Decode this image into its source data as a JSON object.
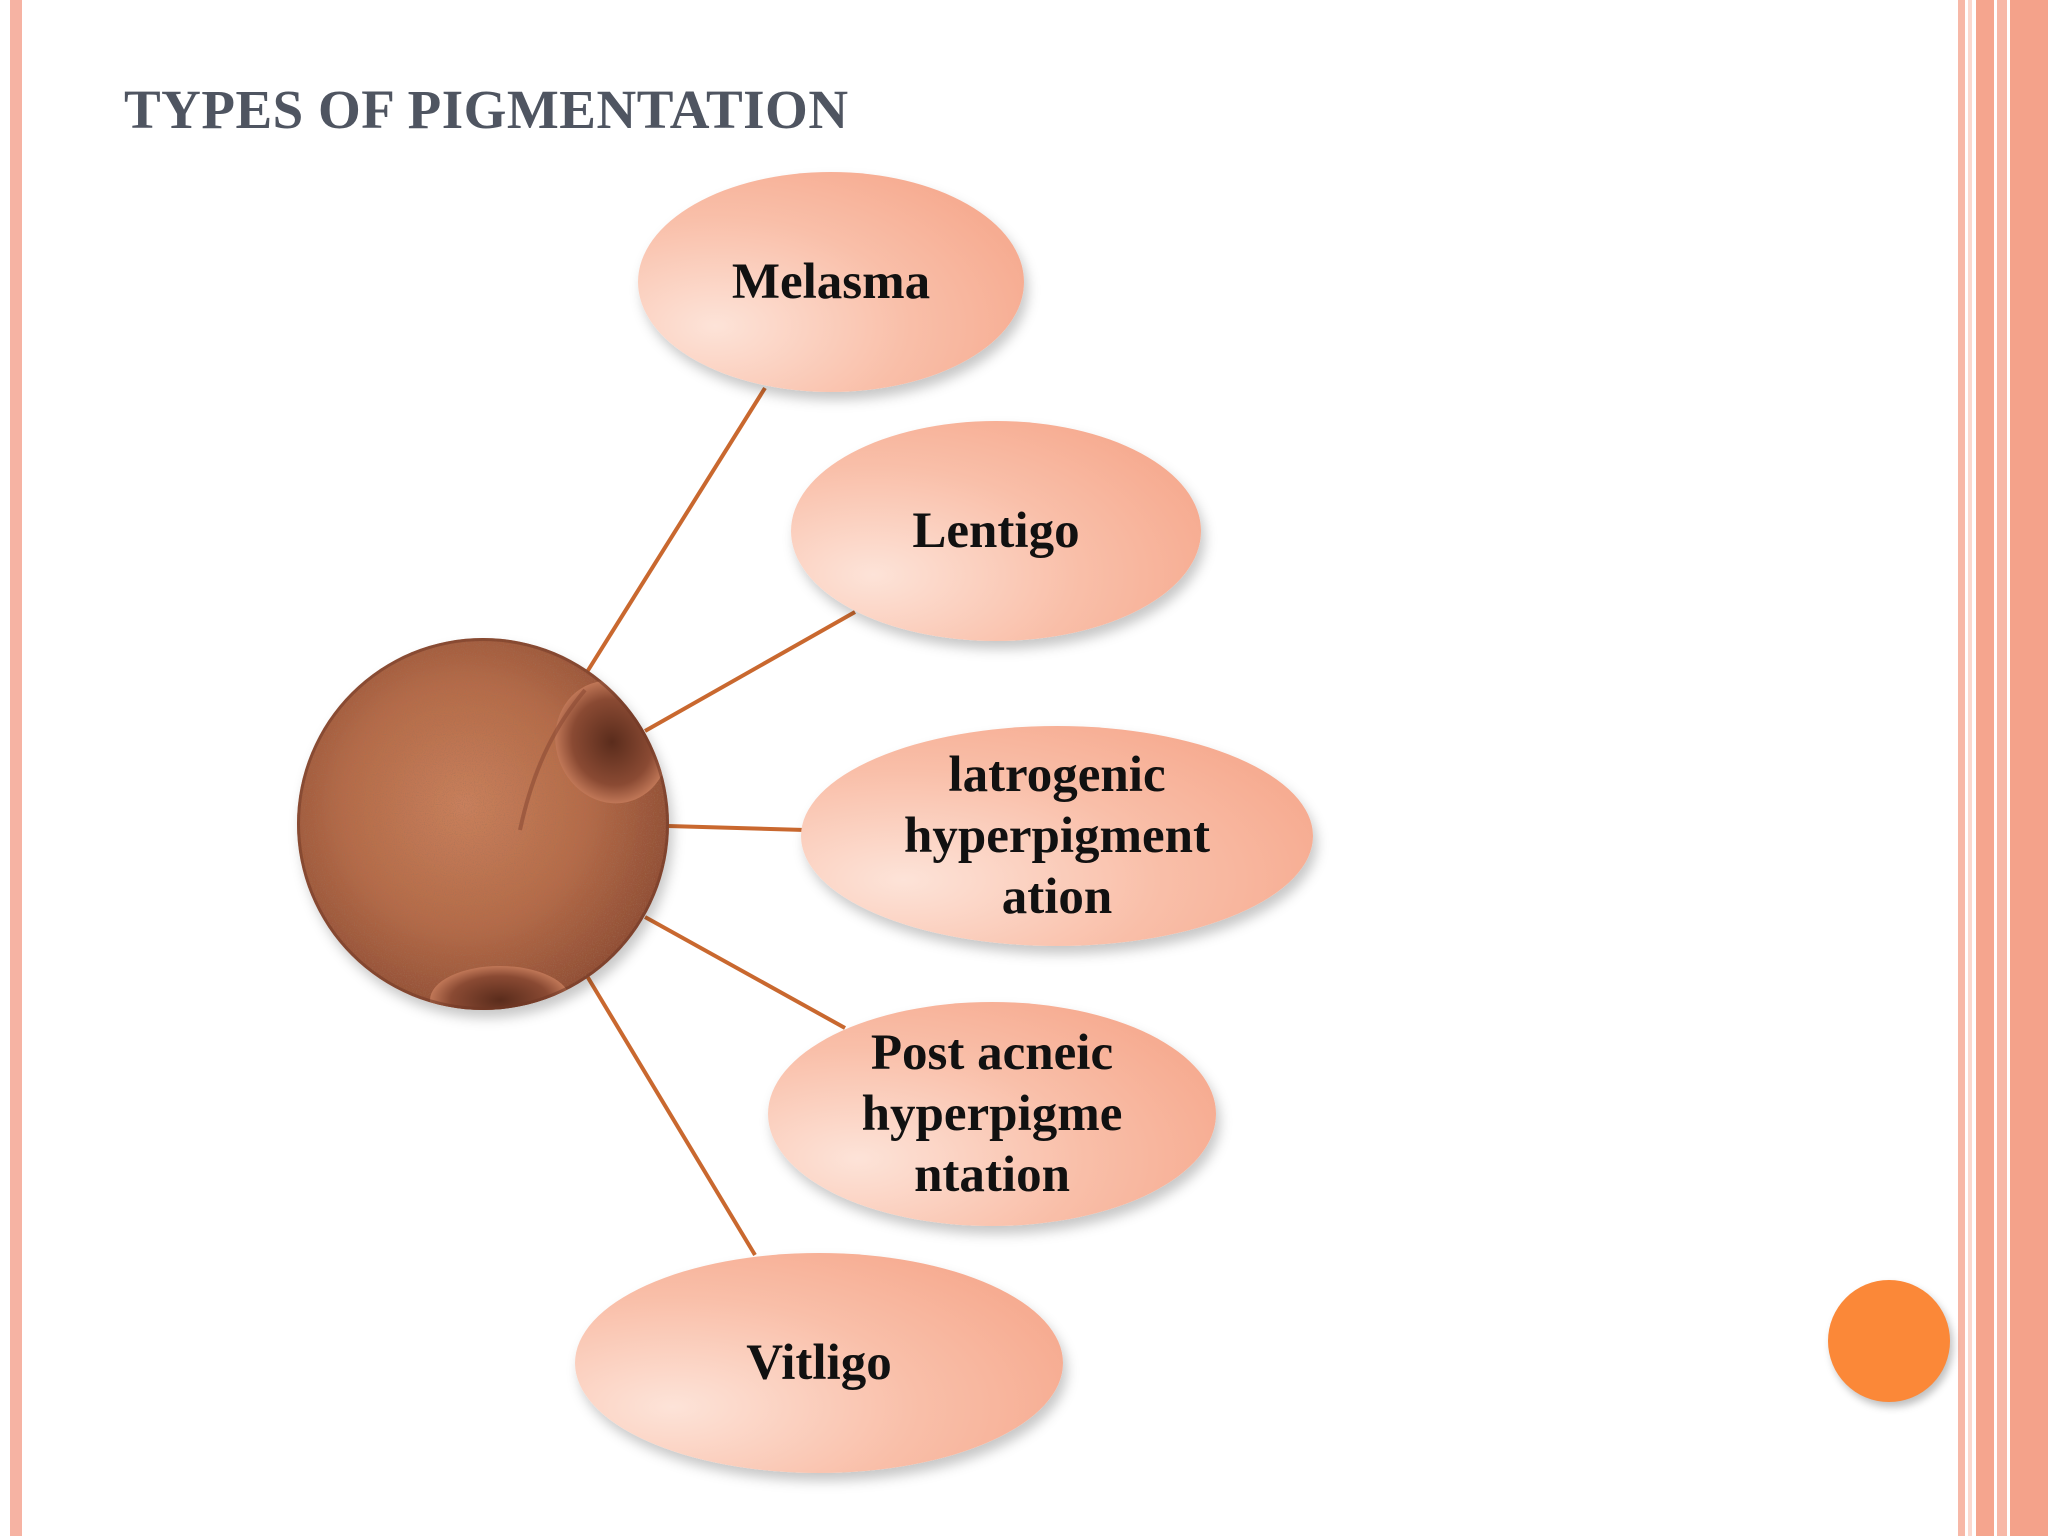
{
  "slide": {
    "title": "TYPES OF PIGMENTATION"
  },
  "diagram": {
    "center": {
      "image": "facial-skin-pigmentation-photo"
    },
    "nodes": [
      {
        "id": "melasma",
        "label": "Melasma"
      },
      {
        "id": "lentigo",
        "label": "Lentigo"
      },
      {
        "id": "iatrogenic",
        "label": "latrogenic\nhyperpigment\nation"
      },
      {
        "id": "post-acneic",
        "label": "Post acneic\nhyperpigme\nntation"
      },
      {
        "id": "vitiligo",
        "label": "Vitligo"
      }
    ]
  },
  "colors": {
    "connector": "#c9682f",
    "bubble_light": "#fdd8c9",
    "bubble_dark": "#f7ad93",
    "border": "#f6b3a3",
    "accent_dot": "#fb8838",
    "title": "#4f5561"
  }
}
